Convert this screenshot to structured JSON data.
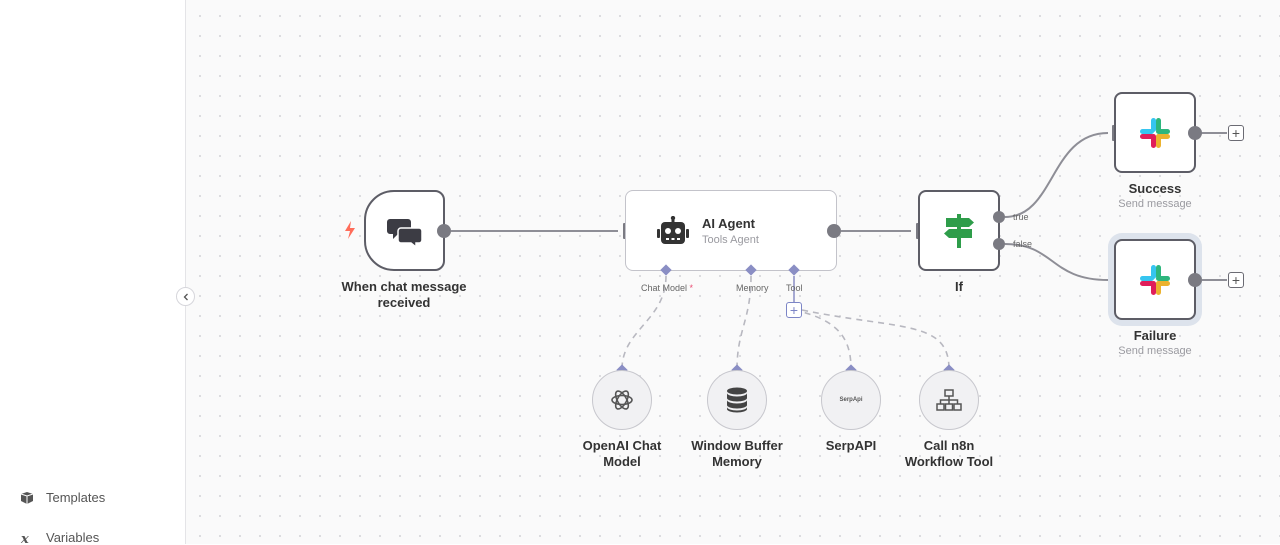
{
  "sidebar": {
    "items": [
      {
        "label": "Templates",
        "icon": "box-icon"
      },
      {
        "label": "Variables",
        "icon": "variable-icon"
      }
    ]
  },
  "nodes": {
    "trigger": {
      "label_line1": "When chat message",
      "label_line2": "received",
      "icon": "chat-icon",
      "badge_icon": "lightning-icon"
    },
    "agent": {
      "title": "AI Agent",
      "subtitle": "Tools Agent",
      "icon": "robot-icon",
      "ports": {
        "chat_model": "Chat Model",
        "required_mark": "*",
        "memory": "Memory",
        "tool": "Tool"
      }
    },
    "if": {
      "label": "If",
      "icon": "signpost-icon",
      "true_label": "true",
      "false_label": "false"
    },
    "success": {
      "label": "Success",
      "subtitle": "Send message",
      "icon": "slack-icon"
    },
    "failure": {
      "label": "Failure",
      "subtitle": "Send message",
      "icon": "slack-icon"
    },
    "openai": {
      "label_line1": "OpenAI Chat",
      "label_line2": "Model",
      "icon": "openai-icon"
    },
    "memory": {
      "label_line1": "Window Buffer",
      "label_line2": "Memory",
      "icon": "database-icon"
    },
    "serpapi": {
      "label": "SerpAPI",
      "icon_text": "SerpApi"
    },
    "workflow_tool": {
      "label_line1": "Call n8n",
      "label_line2": "Workflow Tool",
      "icon": "sitemap-icon"
    }
  },
  "colors": {
    "accent_connector": "#8a8ec4",
    "trigger_bolt": "#ff6d5a",
    "if_green": "#2e9d4a",
    "required": "#ea4b71"
  }
}
